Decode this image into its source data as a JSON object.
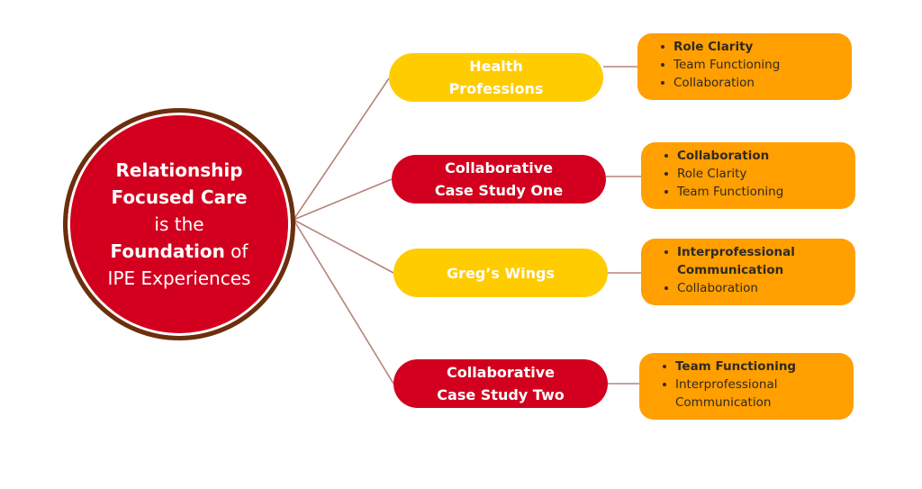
{
  "center": {
    "line1": "Relationship",
    "line2": "Focused Care",
    "line3": "is the",
    "line4_bold": "Foundation",
    "line4_rest": " of",
    "line5": "IPE Experiences"
  },
  "branches": [
    {
      "label": "Health\nProfessions",
      "color": "yellow",
      "items": [
        "Role Clarity",
        "Team Functioning",
        "Collaboration"
      ]
    },
    {
      "label": "Collaborative\nCase Study One",
      "color": "red",
      "items": [
        "Collaboration",
        "Role Clarity",
        "Team Functioning"
      ]
    },
    {
      "label": "Greg’s Wings",
      "color": "yellow",
      "items": [
        "Interprofessional Communication",
        "Collaboration"
      ]
    },
    {
      "label": "Collaborative\nCase Study Two",
      "color": "red",
      "items": [
        "Team Functioning",
        "Interprofessional Communication"
      ]
    }
  ],
  "colors": {
    "center": "#d2001e",
    "center_ring": "#6b2f0c",
    "yellow": "#ffcc00",
    "red": "#d2001e",
    "box": "#ff9f00",
    "connector": "#b5837a"
  }
}
